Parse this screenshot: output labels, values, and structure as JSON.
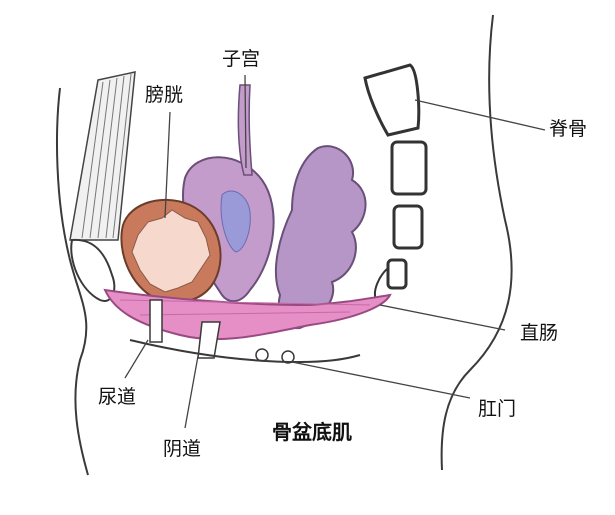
{
  "labels": {
    "bladder": "膀胱",
    "uterus": "子宫",
    "spine": "脊骨",
    "rectum": "直肠",
    "anus": "肛门",
    "urethra": "尿道",
    "vagina": "阴道",
    "pelvic_floor": "骨盆底肌"
  },
  "colors": {
    "bladder_outer": "#c97a5c",
    "bladder_inner": "#f6d8cc",
    "uterus": "#c49ccb",
    "uterus_cavity": "#9b9ad8",
    "rectum": "#b596c6",
    "pelvic_floor_muscle": "#e58fc6",
    "outline": "#3a3a3a"
  }
}
